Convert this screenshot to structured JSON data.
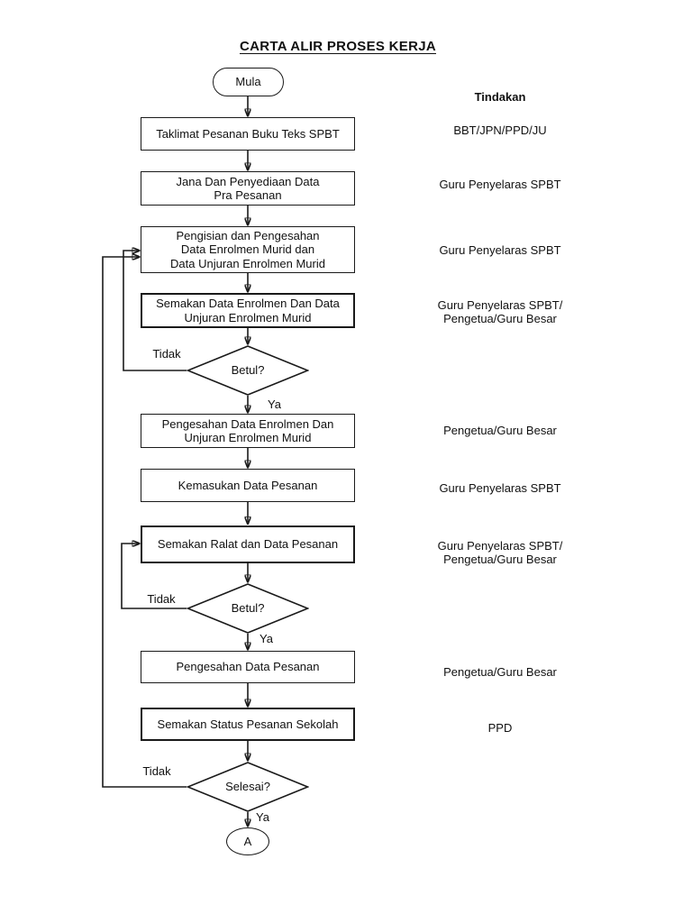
{
  "page": {
    "title": "CARTA ALIR PROSES KERJA"
  },
  "action_column": {
    "header": "Tindakan"
  },
  "flow": {
    "start": {
      "label": "Mula"
    },
    "boxes": [
      {
        "text": "Taklimat Pesanan Buku Teks SPBT",
        "action": "BBT/JPN/PPD/JU"
      },
      {
        "text": "Jana Dan Penyediaan Data\nPra Pesanan",
        "action": "Guru Penyelaras SPBT"
      },
      {
        "text": "Pengisian dan Pengesahan\nData Enrolmen Murid dan\nData Unjuran Enrolmen Murid",
        "action": "Guru Penyelaras SPBT"
      },
      {
        "text": "Semakan Data Enrolmen Dan Data\nUnjuran Enrolmen Murid",
        "action": "Guru Penyelaras SPBT/\nPengetua/Guru Besar"
      },
      {
        "text": "Pengesahan Data Enrolmen Dan\nUnjuran Enrolmen Murid",
        "action": "Pengetua/Guru Besar"
      },
      {
        "text": "Kemasukan Data Pesanan",
        "action": "Guru Penyelaras SPBT"
      },
      {
        "text": "Semakan Ralat dan Data Pesanan",
        "action": "Guru Penyelaras SPBT/\nPengetua/Guru Besar"
      },
      {
        "text": "Pengesahan Data Pesanan",
        "action": "Pengetua/Guru Besar"
      },
      {
        "text": "Semakan Status Pesanan Sekolah",
        "action": "PPD"
      }
    ],
    "decisions": [
      {
        "text": "Betul?",
        "no": "Tidak",
        "yes": "Ya"
      },
      {
        "text": "Betul?",
        "no": "Tidak",
        "yes": "Ya"
      },
      {
        "text": "Selesai?",
        "no": "Tidak",
        "yes": "Ya"
      }
    ],
    "end": {
      "label": "A"
    }
  },
  "colors": {
    "line": "#1a1a1a",
    "background": "#ffffff"
  }
}
